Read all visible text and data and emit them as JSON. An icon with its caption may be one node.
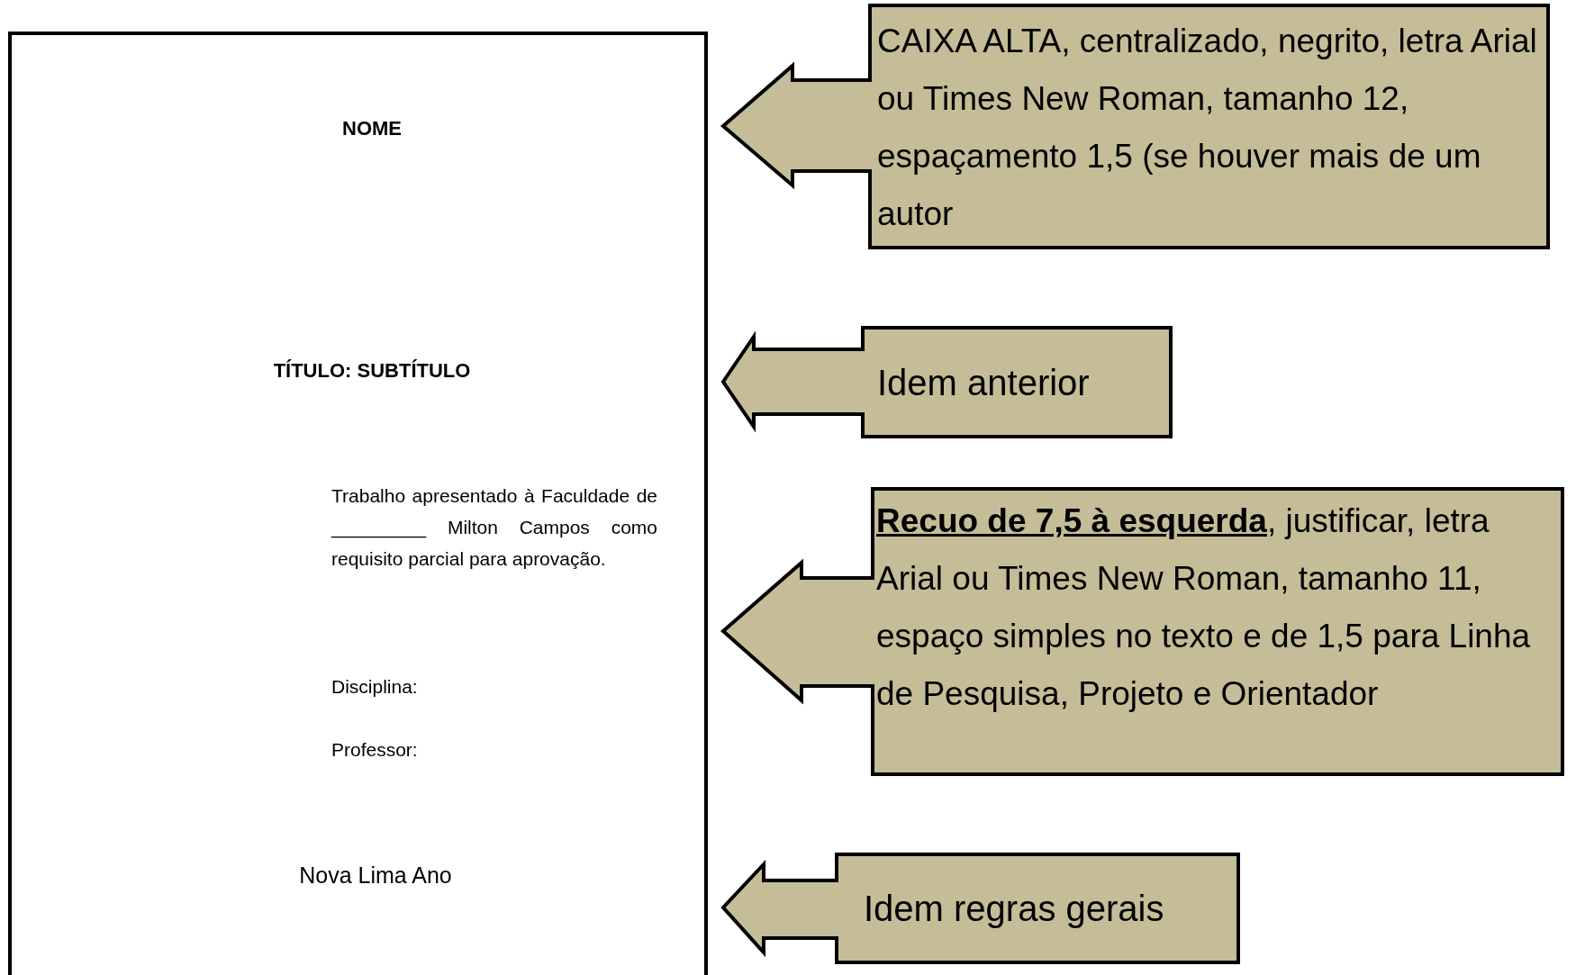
{
  "diagram": {
    "nodes": [
      {
        "text": [
          "NOME",
          "TÍTULO: SUBTÍTULO",
          "Trabalho apresentado à Faculdade de _________ Milton Campos como requisito parcial para aprovação.",
          "Disciplina:",
          "Professor:",
          "Nova Lima Ano"
        ]
      },
      {
        "text": [
          "CAIXA ALTA, centralizado, negrito, letra Arial ou Times New Roman, tamanho 12, espaçamento 1,5 (se houver mais de um autor"
        ]
      },
      {
        "text": [
          "Idem anterior"
        ]
      },
      {
        "text": [
          "**Recuo de 7,5 à esquerda**, justificar, letra Arial ou Times New Roman, tamanho 11, espaço simples no texto e de 1,5 para Linha de Pesquisa, Projeto e Orientador"
        ]
      },
      {
        "text": [
          "Idem regras gerais"
        ]
      }
    ]
  }
}
